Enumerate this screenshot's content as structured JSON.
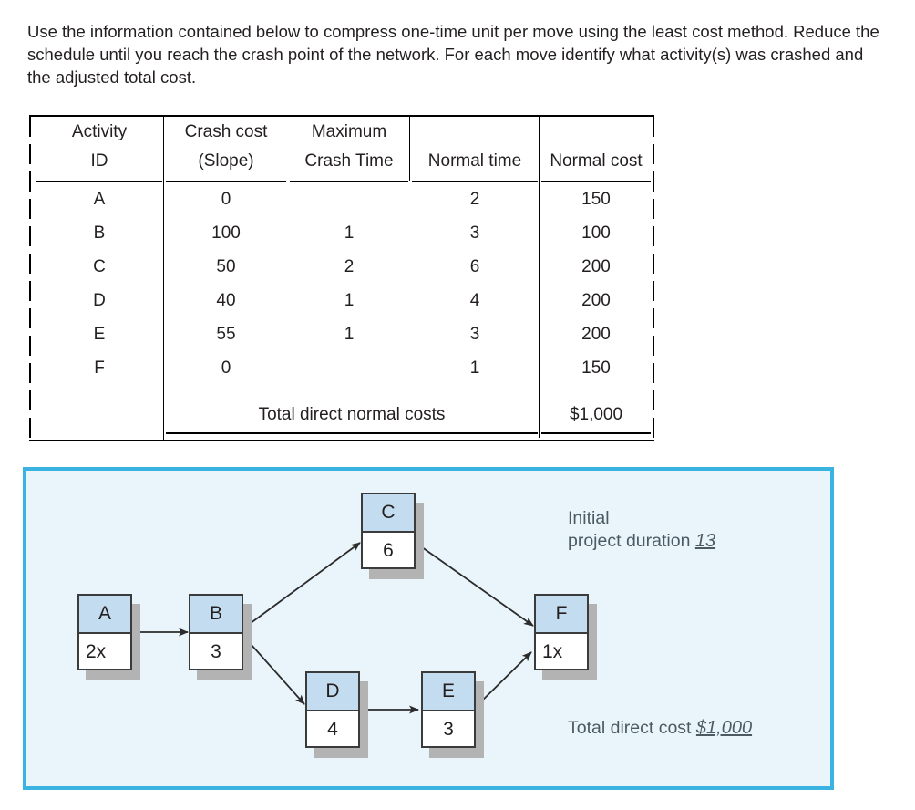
{
  "prompt": {
    "text": "Use the information contained below to compress one-time unit per move using the least cost method. Reduce the schedule until you reach the crash point of the network. For each move identify what activity(s) was crashed and the adjusted total cost."
  },
  "table": {
    "headers_line1": [
      "Activity",
      "Crash cost",
      "Maximum",
      "",
      ""
    ],
    "headers_line2": [
      "ID",
      "(Slope)",
      "Crash Time",
      "Normal time",
      "Normal cost"
    ],
    "rows": [
      {
        "id": "A",
        "crash_cost_slope": "0",
        "max_crash_time": "",
        "normal_time": "2",
        "normal_cost": "150"
      },
      {
        "id": "B",
        "crash_cost_slope": "100",
        "max_crash_time": "1",
        "normal_time": "3",
        "normal_cost": "100"
      },
      {
        "id": "C",
        "crash_cost_slope": "50",
        "max_crash_time": "2",
        "normal_time": "6",
        "normal_cost": "200"
      },
      {
        "id": "D",
        "crash_cost_slope": "40",
        "max_crash_time": "1",
        "normal_time": "4",
        "normal_cost": "200"
      },
      {
        "id": "E",
        "crash_cost_slope": "55",
        "max_crash_time": "1",
        "normal_time": "3",
        "normal_cost": "200"
      },
      {
        "id": "F",
        "crash_cost_slope": "0",
        "max_crash_time": "",
        "normal_time": "1",
        "normal_cost": "150"
      }
    ],
    "total_label": "Total direct normal costs",
    "total_value": "$1,000"
  },
  "diagram": {
    "nodes": [
      {
        "key": "A",
        "label": "A",
        "duration": "2x"
      },
      {
        "key": "B",
        "label": "B",
        "duration": "3"
      },
      {
        "key": "C",
        "label": "C",
        "duration": "6"
      },
      {
        "key": "D",
        "label": "D",
        "duration": "4"
      },
      {
        "key": "E",
        "label": "E",
        "duration": "3"
      },
      {
        "key": "F",
        "label": "F",
        "duration": "1x"
      }
    ],
    "annotations": {
      "initial_line1": "Initial",
      "initial_line2": "project duration ",
      "initial_value": "13",
      "total_cost_label": "Total direct cost ",
      "total_cost_value": "$1,000"
    },
    "colors": {
      "panel_border": "#3bb3e0",
      "panel_background": "#eaf5fb",
      "node_header": "#c4dcef",
      "node_border": "#3b3b3b",
      "node_shadow": "#b3b3b3",
      "arrow": "#2b2b2b",
      "annotation_text": "#4c5a63"
    }
  }
}
